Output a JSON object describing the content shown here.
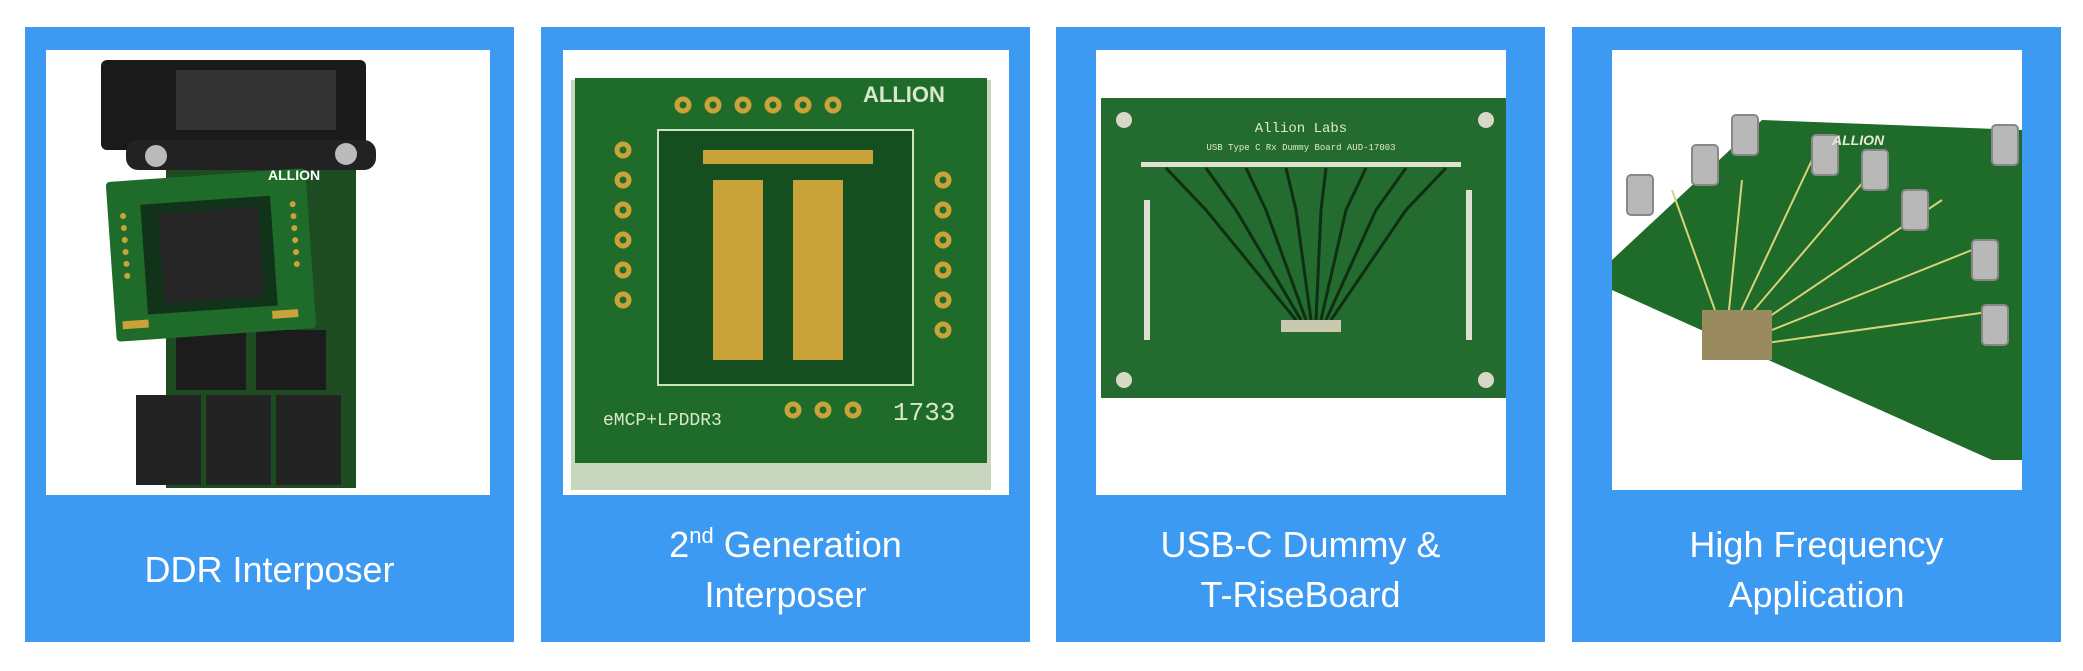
{
  "colors": {
    "card_background": "#3d9af3",
    "caption_text": "#ffffff",
    "pcb_green": "#1f6b2a",
    "gold_pad": "#c9a23a"
  },
  "cards": [
    {
      "image": "ddr-interposer-pcb-photo",
      "photo_text": "ALLION",
      "caption_line1": "DDR Interposer"
    },
    {
      "image": "second-generation-interposer-pcb-photo",
      "photo_text": {
        "brand": "ALLION",
        "left": "eMCP+LPDDR3",
        "right": "1733"
      },
      "caption_ordinal": "2",
      "caption_ordinal_suffix": "nd",
      "caption_line1_rest": " Generation",
      "caption_line2": "Interposer"
    },
    {
      "image": "usb-c-dummy-board-photo",
      "photo_text": {
        "title": "Allion Labs",
        "subtitle": "USB Type C Rx Dummy Board AUD-17003"
      },
      "caption_line1": "USB-C Dummy &",
      "caption_line2": "T-RiseBoard"
    },
    {
      "image": "high-frequency-board-photo",
      "photo_text": "ALLION",
      "caption_line1": "High Frequency",
      "caption_line2": "Application"
    }
  ]
}
